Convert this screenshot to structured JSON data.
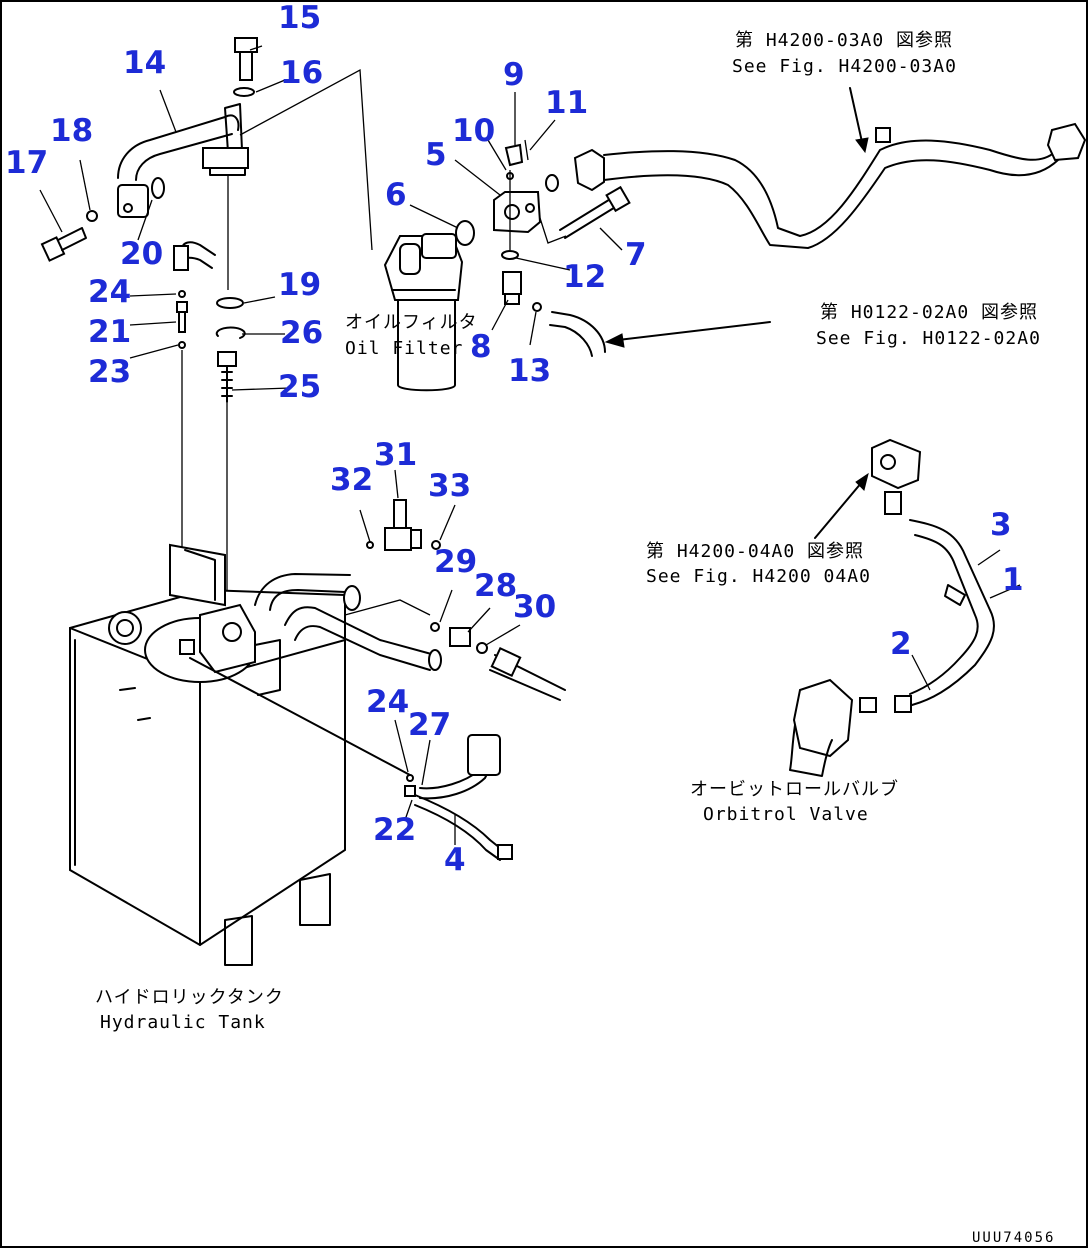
{
  "diagram": {
    "drawing_code": "UUU74056",
    "part_numbers": [
      "1",
      "2",
      "3",
      "4",
      "5",
      "6",
      "7",
      "8",
      "9",
      "10",
      "11",
      "12",
      "13",
      "14",
      "15",
      "16",
      "17",
      "18",
      "19",
      "20",
      "21",
      "22",
      "23",
      "24",
      "24",
      "25",
      "26",
      "27",
      "28",
      "29",
      "30",
      "31",
      "32",
      "33"
    ],
    "references": {
      "h4200_03a0": {
        "jp": "第 H4200-03A0 図参照",
        "en": "See Fig. H4200-03A0"
      },
      "h0122_02a0": {
        "jp": "第 H0122-02A0 図参照",
        "en": "See Fig. H0122-02A0"
      },
      "h4200_04a0": {
        "jp": "第 H4200-04A0 図参照",
        "en": "See Fig. H4200 04A0"
      }
    },
    "components": {
      "oil_filter": {
        "jp": "オイルフィルタ",
        "en": "Oil Filter"
      },
      "orbitrol_valve": {
        "jp": "オービットロールバルブ",
        "en": "Orbitrol Valve"
      },
      "hydraulic_tank": {
        "jp": "ハイドロリックタンク",
        "en": "Hydraulic Tank"
      }
    }
  }
}
